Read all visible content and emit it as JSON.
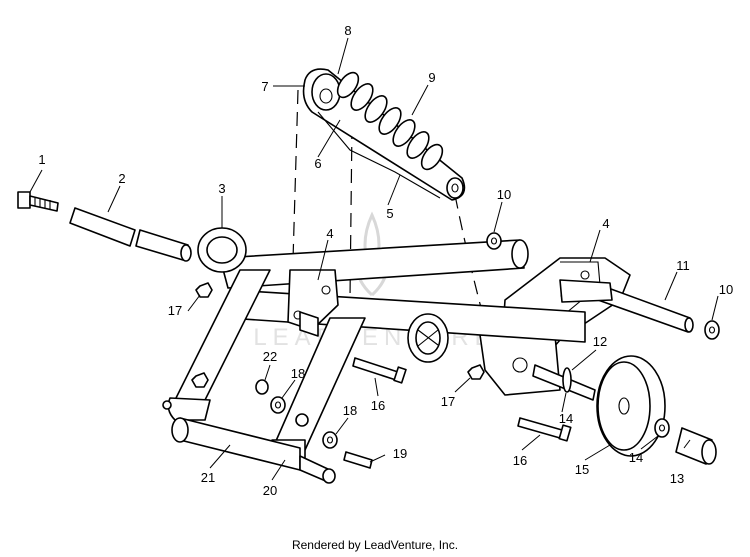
{
  "credit": "Rendered by LeadVenture, Inc.",
  "watermark": "LEADVENTURE",
  "callouts": [
    "1",
    "2",
    "3",
    "4",
    "4",
    "5",
    "6",
    "7",
    "8",
    "9",
    "10",
    "10",
    "11",
    "12",
    "13",
    "14",
    "14",
    "15",
    "16",
    "16",
    "17",
    "17",
    "18",
    "18",
    "19",
    "20",
    "21",
    "22"
  ]
}
